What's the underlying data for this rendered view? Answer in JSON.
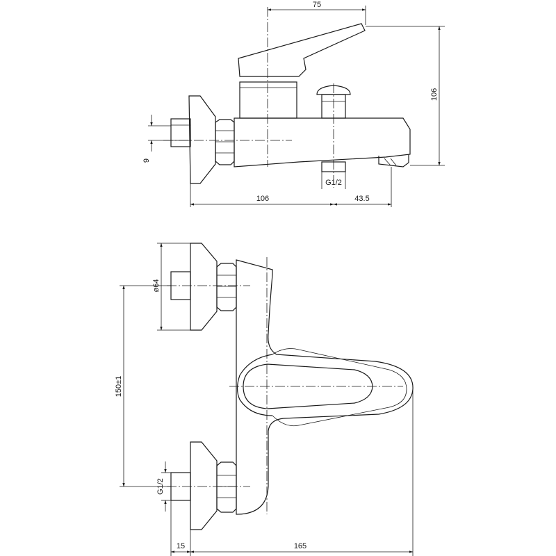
{
  "side_view": {
    "dim_spout_reach": "75",
    "dim_height": "106",
    "dim_depth": "9",
    "dim_outlet_thread": "G1/2",
    "dim_length": "106",
    "dim_spout_offset": "43.5"
  },
  "front_view": {
    "dim_flange_diameter": "ø64",
    "dim_inlet_spacing": "150±1",
    "dim_inlet_thread": "G1/2",
    "dim_wall_offset": "15",
    "dim_total_width": "165"
  }
}
